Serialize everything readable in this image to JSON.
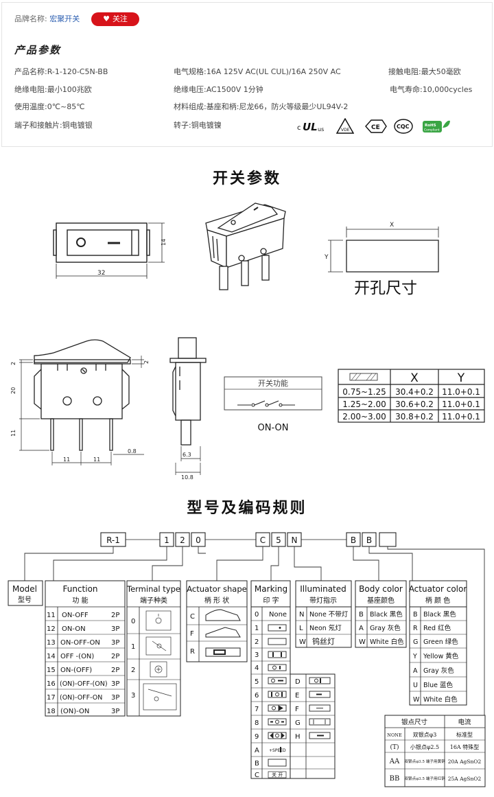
{
  "brand": {
    "label": "品牌名称:",
    "name": "宏聚开关",
    "follow_label": "关注"
  },
  "product_params": {
    "title": "产品参数",
    "rows": [
      [
        "产品名称:R-1-120-C5N-BB",
        "电气规格:16A  125V  AC(UL CUL)/16A 250V  AC",
        "接触电阻:最大50毫欧"
      ],
      [
        "绝缘电阻:最小100兆欧",
        "绝缘电压:AC1500V 1分钟",
        "电气寿命:10,000cycles"
      ],
      [
        "使用温度:0℃~85℃",
        "材料组成:基座和柄:尼龙66，防火等级最少UL94V-2",
        ""
      ],
      [
        "端子和接触片:铜电镀银",
        "转子:铜电镀镍",
        ""
      ]
    ],
    "certs": [
      "cULus",
      "VDE",
      "CE",
      "CQC",
      "RoHS Compliant"
    ]
  },
  "switch_params": {
    "title": "开关参数",
    "dim_32": "32",
    "dim_14": "14",
    "cutout_label": "开孔尺寸",
    "cut_x": "X",
    "cut_y": "Y",
    "side_dims": {
      "d2a": "2",
      "d20": "20",
      "d11": "11",
      "d2b": "2",
      "w11a": "11",
      "w11b": "11",
      "d08": "0.8",
      "d63": "6.3",
      "d108": "10.8"
    },
    "function_box_title": "开关功能",
    "function_label": "ON-ON",
    "table": {
      "headers": [
        "",
        "X",
        "Y"
      ],
      "rows": [
        [
          "0.75~1.25",
          "30.4+0.2",
          "11.0+0.1"
        ],
        [
          "1.25~2.00",
          "30.6+0.2",
          "11.0+0.1"
        ],
        [
          "2.00~3.00",
          "30.8+0.2",
          "11.0+0.1"
        ]
      ]
    }
  },
  "coding": {
    "title": "型号及编码规则",
    "code_boxes": [
      "R-1",
      "1",
      "2",
      "0",
      "C",
      "5",
      "N",
      "B",
      "B",
      ""
    ],
    "model": {
      "en": "Model",
      "cn": "型号"
    },
    "function": {
      "en": "Function",
      "cn": "功  能",
      "rows": [
        [
          "11",
          "ON-OFF",
          "2P"
        ],
        [
          "12",
          "ON-ON",
          "3P"
        ],
        [
          "13",
          "ON-OFF-ON",
          "3P"
        ],
        [
          "14",
          "OFF -(ON)",
          "2P"
        ],
        [
          "15",
          "ON-(OFF)",
          "2P"
        ],
        [
          "16",
          "(ON)-OFF-(ON)",
          "3P"
        ],
        [
          "17",
          "(ON)-OFF-ON",
          "3P"
        ],
        [
          "18",
          "(ON)-ON",
          "3P"
        ]
      ]
    },
    "terminal": {
      "en": "Terminal type",
      "cn": "端子种类",
      "rows": [
        "0",
        "1",
        "2",
        "3"
      ]
    },
    "actuator_shape": {
      "en": "Actuator shape",
      "cn": "柄  形  状",
      "rows": [
        "C",
        "F",
        "R"
      ]
    },
    "marking": {
      "en": "Marking",
      "cn": "印    字",
      "rows": [
        "0",
        "1",
        "2",
        "3",
        "4",
        "5",
        "6",
        "7",
        "8",
        "9",
        "A",
        "B",
        "C"
      ],
      "none": "None",
      "extra": [
        "D",
        "E",
        "F",
        "G",
        "H"
      ],
      "speed": "+SPEED",
      "guankai": "关 开"
    },
    "illuminated": {
      "en": "Illuminated",
      "cn": "带灯指示",
      "rows": [
        [
          "N",
          "None 不带灯"
        ],
        [
          "L",
          "Neon 氖灯"
        ],
        [
          "W",
          "钨丝灯"
        ]
      ]
    },
    "body_color": {
      "en": "Body color",
      "cn": "基座颜色",
      "rows": [
        [
          "B",
          "Black 黑色"
        ],
        [
          "A",
          "Gray 灰色"
        ],
        [
          "W",
          "White 白色"
        ]
      ]
    },
    "actuator_color": {
      "en": "Actuator color",
      "cn": "柄 颜 色",
      "rows": [
        [
          "B",
          "Black 黑色"
        ],
        [
          "R",
          "Red   红色"
        ],
        [
          "G",
          "Green 绿色"
        ],
        [
          "Y",
          "Yellow 黄色"
        ],
        [
          "A",
          "Gray 灰色"
        ],
        [
          "U",
          "Blue   蓝色"
        ],
        [
          "W",
          "White 白色"
        ]
      ]
    },
    "silver": {
      "headers": [
        "银点尺寸",
        "电流"
      ],
      "rows": [
        [
          "NONE",
          "双银点φ3",
          "标准型"
        ],
        [
          "(T)",
          "小银点φ2.5",
          "16A 特殊型"
        ],
        [
          "AA",
          "双银点φ3.5 端子用黄铜",
          "20A AgSnO2"
        ],
        [
          "BB",
          "双银点φ3.5 端子用红铜",
          "25A AgSnO2"
        ]
      ]
    }
  }
}
